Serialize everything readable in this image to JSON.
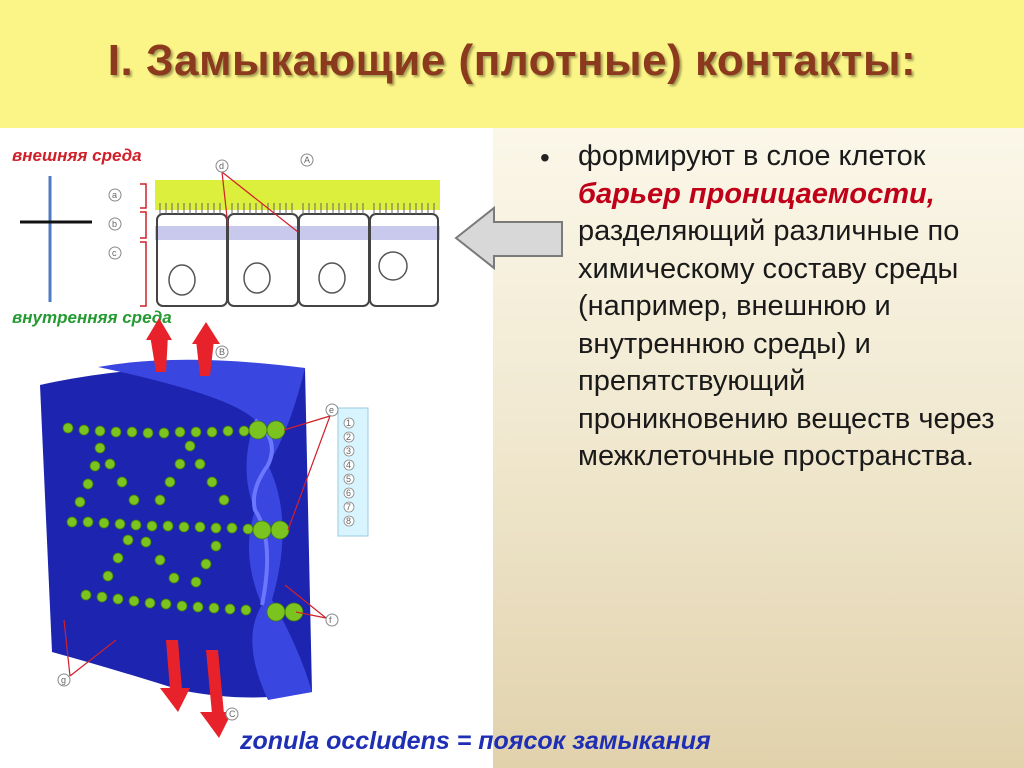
{
  "slide": {
    "title": "I. Замыкающие (плотные) контакты:",
    "bullet_symbol": "•",
    "bullet_parts": {
      "lead": "формируют в слое клеток ",
      "highlight": "барьер проницаемости,",
      "tail": " разделяющий различные по химическому составу среды (например, внешнюю и внутреннюю среды) и препятствующий проникновению веществ через межклеточные пространства."
    },
    "footer": "zonula occludens = поясок замыкания"
  },
  "figure_top": {
    "label_outer": "внешняя среда",
    "label_inner": "внутренняя среда",
    "markers": [
      "a",
      "b",
      "c",
      "d",
      "A"
    ]
  },
  "figure_bottom": {
    "markers": [
      "B",
      "C",
      "e",
      "f",
      "g"
    ],
    "legend_numbers": [
      "1",
      "2",
      "3",
      "4",
      "5",
      "6",
      "7",
      "8"
    ]
  },
  "colors": {
    "title": "#8b3a1e",
    "title_band": "#fbf486",
    "highlight": "#c00018",
    "footer": "#1f2fb5",
    "label_outer": "#d0202a",
    "label_inner": "#259a32",
    "membrane": "#1b24b8",
    "beads": "#6dbb1a",
    "arrows": "#e8222a"
  }
}
